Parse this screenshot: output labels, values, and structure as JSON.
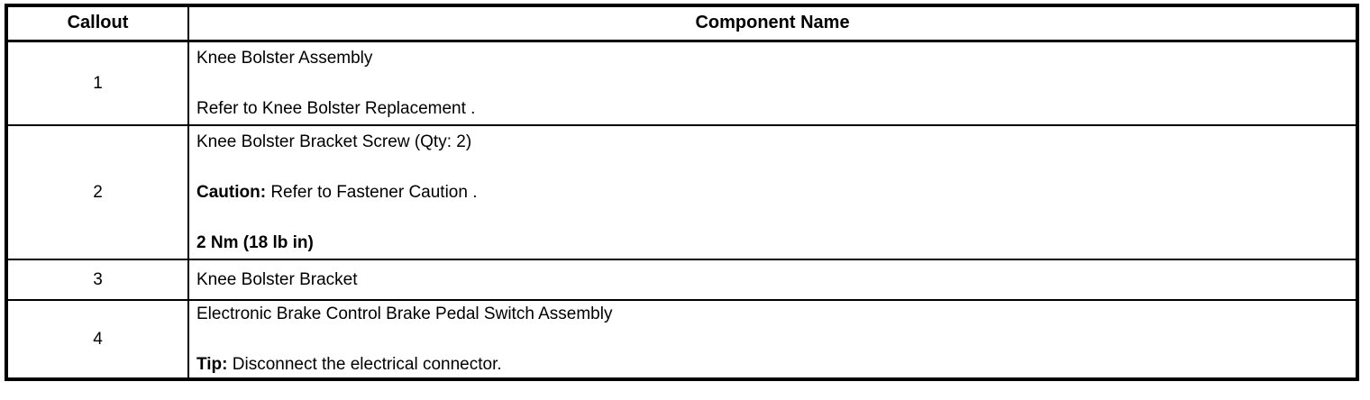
{
  "style": {
    "border_color": "#000000",
    "background_color": "#ffffff",
    "text_color": "#000000"
  },
  "table": {
    "columns": [
      {
        "label": "Callout"
      },
      {
        "label": "Component Name"
      }
    ],
    "rows": [
      {
        "callout": "1",
        "lines": [
          {
            "rest": "Knee Bolster Assembly"
          },
          {
            "rest": "Refer to Knee Bolster Replacement ."
          }
        ]
      },
      {
        "callout": "2",
        "lines": [
          {
            "rest": "Knee Bolster Bracket Screw (Qty: 2)"
          },
          {
            "bold": "Caution:",
            "rest": " Refer to Fastener Caution ."
          },
          {
            "bold": "2 Nm (18 lb in)",
            "rest": ""
          }
        ]
      },
      {
        "callout": "3",
        "lines": [
          {
            "rest": "Knee Bolster Bracket"
          }
        ]
      },
      {
        "callout": "4",
        "lines": [
          {
            "rest": "Electronic Brake Control Brake Pedal Switch Assembly"
          },
          {
            "bold": "Tip:",
            "rest": " Disconnect the electrical connector."
          }
        ]
      }
    ]
  }
}
